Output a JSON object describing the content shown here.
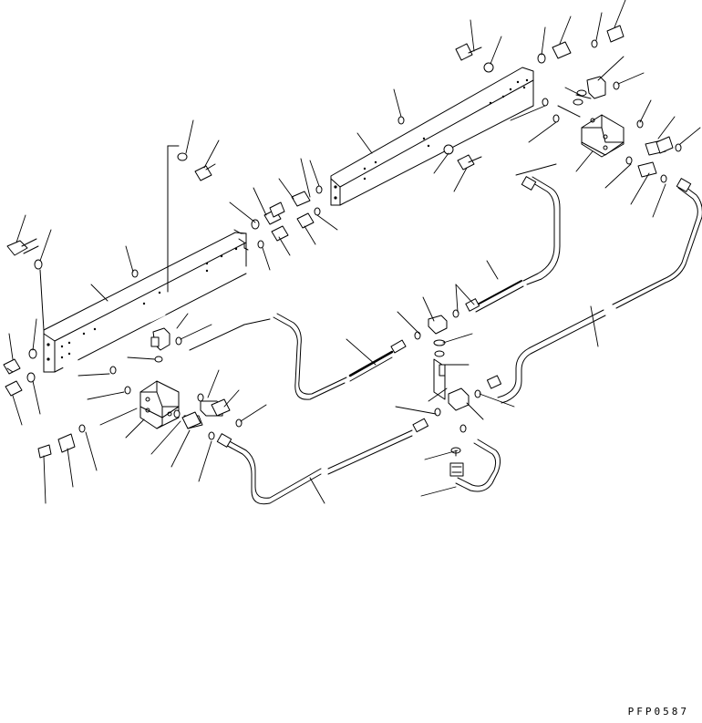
{
  "drawing": {
    "code": "PFP0587",
    "line_color": "#000000",
    "background": "#ffffff"
  },
  "parts": {
    "long_rails": [
      "upper-rail",
      "lower-rail"
    ],
    "valve_blocks": [
      "left-valve-block",
      "right-valve-block"
    ],
    "pipes": [
      "left-front-pipe",
      "left-lower-pipe",
      "center-pipe",
      "right-return-pipe",
      "right-long-pipe",
      "u-pipe"
    ],
    "bolts": 16,
    "o_rings": 36
  }
}
